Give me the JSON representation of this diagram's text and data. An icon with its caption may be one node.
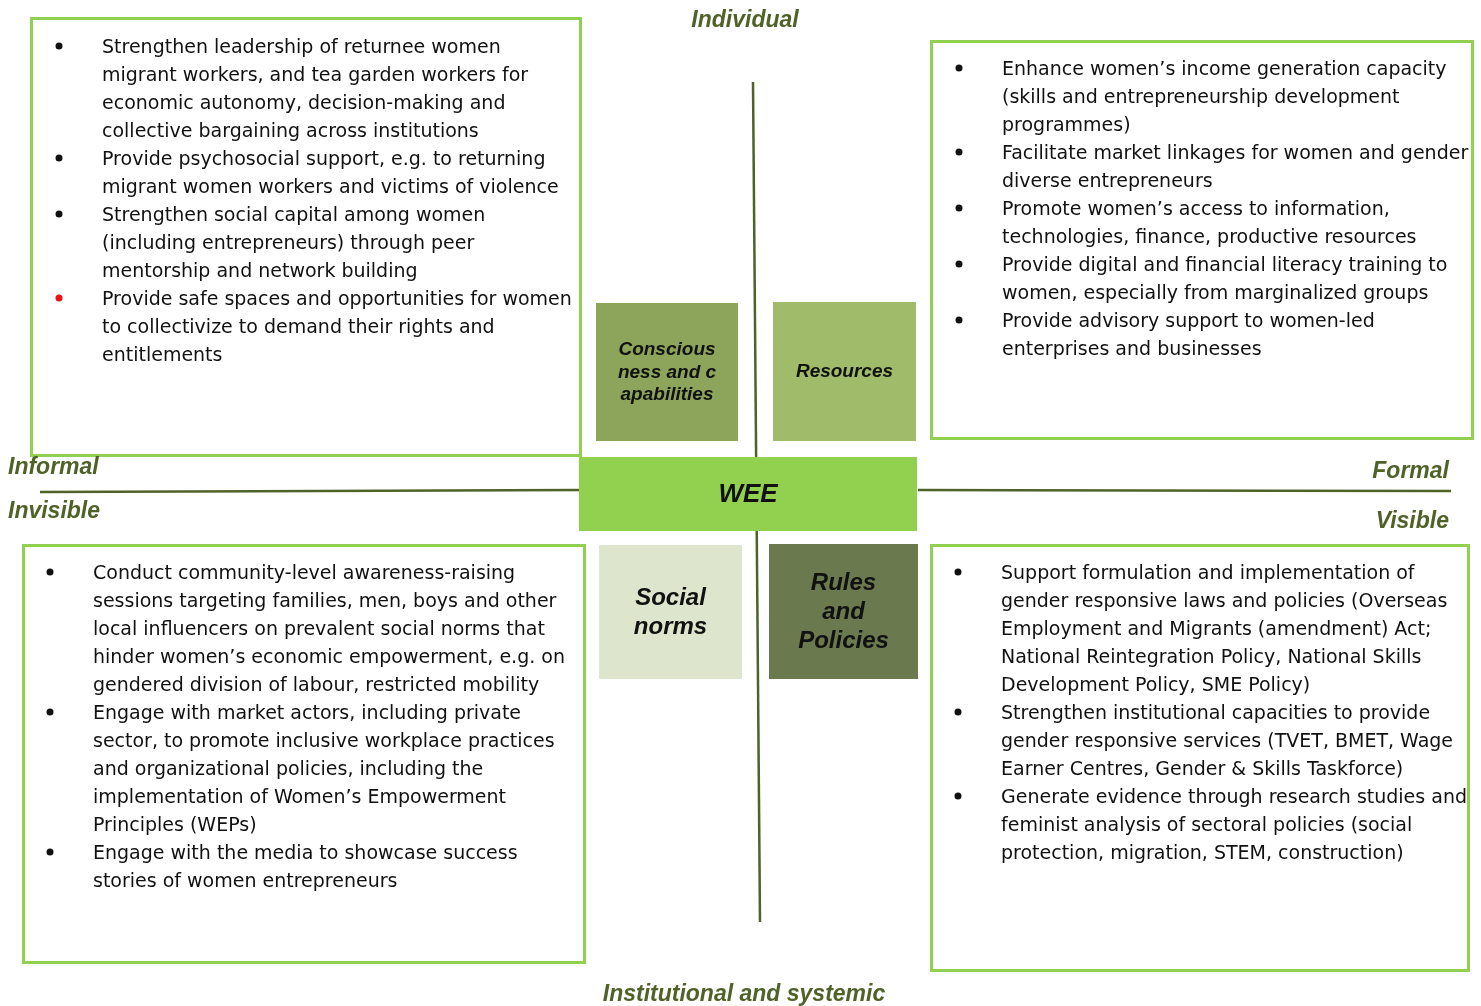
{
  "diagram": {
    "nodes": [
      {
        "text": [
          "Strengthen leadership of returnee women migrant workers, and tea garden workers for economic autonomy, decision-making and collective bargaining across institutions",
          "Provide psychosocial support, e.g. to returning migrant women workers and victims of violence",
          "Strengthen social capital among women (including entrepreneurs) through peer mentorship and network building",
          "Provide safe spaces and opportunities for women to collectivize  to demand their rights and entitlements"
        ]
      },
      {
        "text": [
          "Consciousness and capabilities"
        ]
      },
      {
        "text": [
          "Resources"
        ]
      },
      {
        "text": [
          "Enhance women’s income generation capacity (skills and entrepreneurship development programmes)",
          "Facilitate market linkages for women  and gender diverse entrepreneurs",
          "Promote women’s access to information, technologies, finance, productive resources",
          "Provide digital and financial literacy training to women, especially from marginalized groups",
          "Provide advisory support to women-led enterprises and businesses"
        ]
      },
      {
        "text": [
          "WEE"
        ]
      },
      {
        "text": [
          "Conduct community-level awareness-raising sessions targeting families, men, boys and other local influencers on prevalent social norms that hinder women’s economic empowerment, e.g. on gendered division of labour, restricted mobility",
          "Engage with market actors, including private sector, to promote inclusive workplace practices and organizational policies, including the implementation of Women’s Empowerment Principles (WEPs)",
          "Engage with the media to showcase success stories of women entrepreneurs"
        ]
      },
      {
        "text": [
          "Social norms"
        ]
      },
      {
        "text": [
          "Rules and Policies"
        ]
      },
      {
        "text": [
          "Support formulation and implementation of gender responsive laws and policies (Overseas Employment and Migrants (amendment) Act; National Reintegration Policy, National Skills Development Policy, SME Policy)",
          "Strengthen institutional capacities to provide gender responsive services (TVET, BMET, Wage Earner Centres, Gender & Skills Taskforce)",
          "Generate evidence through research studies and feminist analysis of sectoral policies (social protection, migration, STEM, construction)"
        ]
      }
    ],
    "edges": [],
    "labels": [
      "Individual",
      "Informal",
      "Formal",
      "Invisible",
      "Visible",
      "Institutional and systemic"
    ]
  }
}
